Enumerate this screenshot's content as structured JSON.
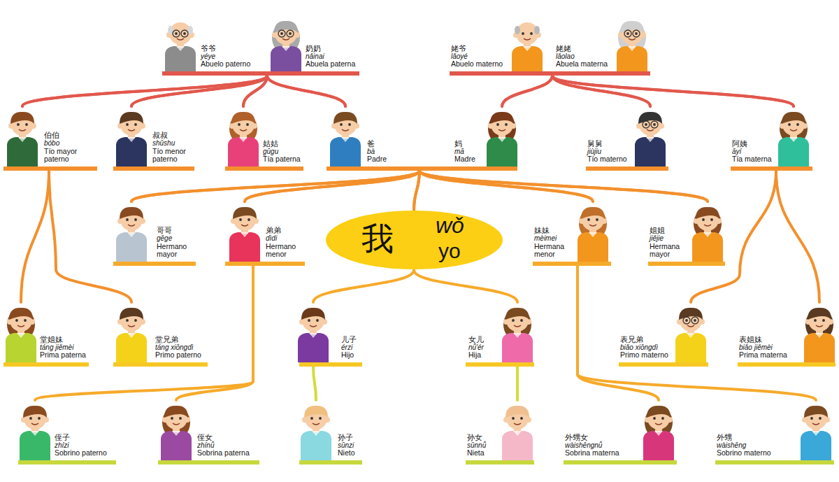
{
  "diagram": {
    "nodes": [
      {
        "text": [
          "爷爷",
          "yéye",
          "Abuelo paterno"
        ]
      },
      {
        "text": [
          "奶奶",
          "nǎinai",
          "Abuela paterna"
        ]
      },
      {
        "text": [
          "姥爷",
          "lǎoyé",
          "Abuelo materno"
        ]
      },
      {
        "text": [
          "姥姥",
          "lǎolao",
          "Abuela materna"
        ]
      },
      {
        "text": [
          "伯伯",
          "bóbo",
          "Tío mayor paterno"
        ]
      },
      {
        "text": [
          "叔叔",
          "shūshu",
          "Tío menor paterno"
        ]
      },
      {
        "text": [
          "姑姑",
          "gūgu",
          "Tía paterna"
        ]
      },
      {
        "text": [
          "爸",
          "bà",
          "Padre"
        ]
      },
      {
        "text": [
          "妈",
          "mā",
          "Madre"
        ]
      },
      {
        "text": [
          "舅舅",
          "jiùjiu",
          "Tío materno"
        ]
      },
      {
        "text": [
          "阿姨",
          "āyí",
          "Tía materna"
        ]
      },
      {
        "text": [
          "哥哥",
          "gēge",
          "Hermano mayor"
        ]
      },
      {
        "text": [
          "弟弟",
          "dìdi",
          "Hermano menor"
        ]
      },
      {
        "text": [
          "我",
          "wǒ",
          "yo"
        ]
      },
      {
        "text": [
          "妹妹",
          "mèimei",
          "Hermana menor"
        ]
      },
      {
        "text": [
          "姐姐",
          "jiějie",
          "Hermana mayor"
        ]
      },
      {
        "text": [
          "堂姐妹",
          "táng jiěmèi",
          "Prima paterna"
        ]
      },
      {
        "text": [
          "堂兄弟",
          "táng xiōngdì",
          "Primo paterno"
        ]
      },
      {
        "text": [
          "儿子",
          "érzi",
          "Hijo"
        ]
      },
      {
        "text": [
          "女儿",
          "nǚ'ér",
          "Hija"
        ]
      },
      {
        "text": [
          "表兄弟",
          "biǎo xiōngdì",
          "Primo materno"
        ]
      },
      {
        "text": [
          "表姐妹",
          "biǎo jiěmèi",
          "Prima materna"
        ]
      },
      {
        "text": [
          "侄子",
          "zhízi",
          "Sobrino paterno"
        ]
      },
      {
        "text": [
          "侄女",
          "zhínǚ",
          "Sobrina paterna"
        ]
      },
      {
        "text": [
          "孙子",
          "sūnzi",
          "Nieto"
        ]
      },
      {
        "text": [
          "孙女",
          "sūnnǚ",
          "Nieta"
        ]
      },
      {
        "text": [
          "外甥女",
          "wàishēngnǚ",
          "Sobrina materna"
        ]
      },
      {
        "text": [
          "外甥",
          "wàishēng",
          "Sobrino materno"
        ]
      }
    ],
    "edges": [
      {
        "from": 0,
        "to": 4,
        "arrow": "none"
      },
      {
        "from": 0,
        "to": 5,
        "arrow": "none"
      },
      {
        "from": 0,
        "to": 6,
        "arrow": "none"
      },
      {
        "from": 0,
        "to": 7,
        "arrow": "none"
      },
      {
        "from": 1,
        "to": 4,
        "arrow": "none"
      },
      {
        "from": 1,
        "to": 5,
        "arrow": "none"
      },
      {
        "from": 1,
        "to": 6,
        "arrow": "none"
      },
      {
        "from": 1,
        "to": 7,
        "arrow": "none"
      },
      {
        "from": 2,
        "to": 8,
        "arrow": "none"
      },
      {
        "from": 2,
        "to": 9,
        "arrow": "none"
      },
      {
        "from": 2,
        "to": 10,
        "arrow": "none"
      },
      {
        "from": 3,
        "to": 8,
        "arrow": "none"
      },
      {
        "from": 3,
        "to": 9,
        "arrow": "none"
      },
      {
        "from": 3,
        "to": 10,
        "arrow": "none"
      },
      {
        "from": 7,
        "to": 11,
        "arrow": "none"
      },
      {
        "from": 7,
        "to": 12,
        "arrow": "none"
      },
      {
        "from": 7,
        "to": 13,
        "arrow": "none"
      },
      {
        "from": 7,
        "to": 14,
        "arrow": "none"
      },
      {
        "from": 7,
        "to": 15,
        "arrow": "none"
      },
      {
        "from": 8,
        "to": 11,
        "arrow": "none"
      },
      {
        "from": 8,
        "to": 12,
        "arrow": "none"
      },
      {
        "from": 8,
        "to": 13,
        "arrow": "none"
      },
      {
        "from": 8,
        "to": 14,
        "arrow": "none"
      },
      {
        "from": 8,
        "to": 15,
        "arrow": "none"
      },
      {
        "from": 4,
        "to": 16,
        "arrow": "none"
      },
      {
        "from": 4,
        "to": 17,
        "arrow": "none"
      },
      {
        "from": 10,
        "to": 20,
        "arrow": "none"
      },
      {
        "from": 10,
        "to": 21,
        "arrow": "none"
      },
      {
        "from": 12,
        "to": 22,
        "arrow": "none"
      },
      {
        "from": 12,
        "to": 23,
        "arrow": "none"
      },
      {
        "from": 13,
        "to": 18,
        "arrow": "none"
      },
      {
        "from": 13,
        "to": 19,
        "arrow": "none"
      },
      {
        "from": 18,
        "to": 24,
        "arrow": "none"
      },
      {
        "from": 19,
        "to": 25,
        "arrow": "none"
      },
      {
        "from": 14,
        "to": 26,
        "arrow": "none"
      },
      {
        "from": 14,
        "to": 27,
        "arrow": "none"
      }
    ]
  }
}
